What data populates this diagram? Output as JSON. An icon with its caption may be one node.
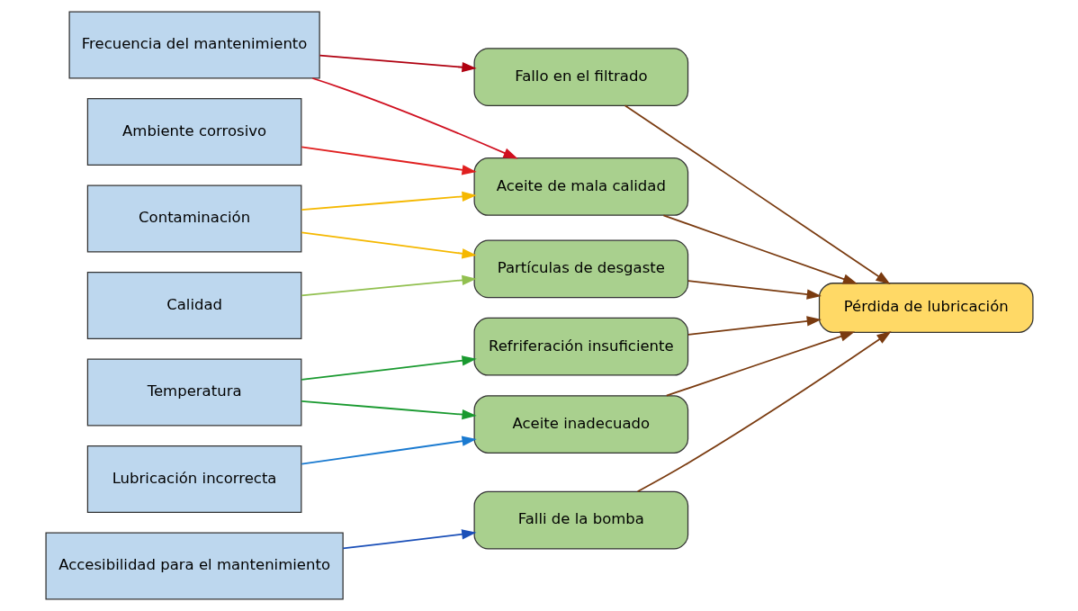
{
  "diagram": {
    "nodes": [
      {
        "text": [
          "Frecuencia del mantenimiento"
        ]
      },
      {
        "text": [
          "Ambiente corrosivo"
        ]
      },
      {
        "text": [
          "Contaminación"
        ]
      },
      {
        "text": [
          "Calidad"
        ]
      },
      {
        "text": [
          "Temperatura"
        ]
      },
      {
        "text": [
          "Lubricación incorrecta"
        ]
      },
      {
        "text": [
          "Accesibilidad para el mantenimiento"
        ]
      },
      {
        "text": [
          "Fallo en el filtrado"
        ]
      },
      {
        "text": [
          "Aceite de mala calidad"
        ]
      },
      {
        "text": [
          "Partículas de desgaste"
        ]
      },
      {
        "text": [
          "Refriferación insuficiente"
        ]
      },
      {
        "text": [
          "Aceite inadecuado"
        ]
      },
      {
        "text": [
          "Falli de la bomba"
        ]
      },
      {
        "text": [
          "Pérdida de lubricación"
        ]
      }
    ],
    "edges": [
      {
        "from": 0,
        "to": 7,
        "arrow": "to",
        "color": "#b00010"
      },
      {
        "from": 0,
        "to": 8,
        "arrow": "to",
        "color": "#d01020"
      },
      {
        "from": 1,
        "to": 8,
        "arrow": "to",
        "color": "#e02020"
      },
      {
        "from": 2,
        "to": 8,
        "arrow": "to",
        "color": "#f5b800"
      },
      {
        "from": 2,
        "to": 9,
        "arrow": "to",
        "color": "#f5b800"
      },
      {
        "from": 3,
        "to": 9,
        "arrow": "to",
        "color": "#92c050"
      },
      {
        "from": 4,
        "to": 10,
        "arrow": "to",
        "color": "#1a9a30"
      },
      {
        "from": 4,
        "to": 11,
        "arrow": "to",
        "color": "#1a9a30"
      },
      {
        "from": 5,
        "to": 11,
        "arrow": "to",
        "color": "#1a7ad0"
      },
      {
        "from": 6,
        "to": 12,
        "arrow": "to",
        "color": "#1a4fb8"
      },
      {
        "from": 7,
        "to": 13,
        "arrow": "to"
      },
      {
        "from": 8,
        "to": 13,
        "arrow": "to"
      },
      {
        "from": 9,
        "to": 13,
        "arrow": "to"
      },
      {
        "from": 10,
        "to": 13,
        "arrow": "to"
      },
      {
        "from": 11,
        "to": 13,
        "arrow": "to"
      },
      {
        "from": 12,
        "to": 13,
        "arrow": "to"
      }
    ]
  }
}
